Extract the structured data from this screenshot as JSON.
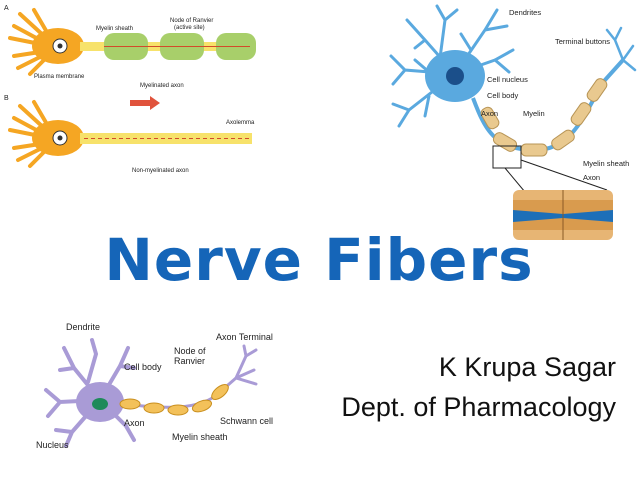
{
  "slide": {
    "title": "Nerve Fibers",
    "author": "K Krupa Sagar",
    "department": "Dept. of Pharmacology"
  },
  "figure_a": {
    "panel_a_letter": "A",
    "panel_b_letter": "B",
    "myelin_sheath": "Myelin sheath",
    "node_of_ranvier": "Node of Ranvier",
    "active_site": "(active site)",
    "plasma_membrane": "Plasma membrane",
    "myelinated_axon": "Myelinated axon",
    "axolemma": "Axolemma",
    "non_myelinated_axon": "Non-myelinated axon"
  },
  "figure_b": {
    "dendrites": "Dendrites",
    "terminal_buttons": "Terminal buttons",
    "cell_nucleus": "Cell nucleus",
    "cell_body": "Cell body",
    "axon": "Axon",
    "myelin": "Myelin",
    "myelin_sheath": "Myelin sheath",
    "axon_zoom": "Axon"
  },
  "figure_c": {
    "dendrite": "Dendrite",
    "axon_terminal": "Axon Terminal",
    "node_of": "Node of",
    "ranvier": "Ranvier",
    "cell_body": "Cell body",
    "schwann_cell": "Schwann cell",
    "axon": "Axon",
    "myelin_sheath": "Myelin sheath",
    "nucleus": "Nucleus"
  },
  "colors": {
    "title": "#1565b8",
    "neuron_orange": "#f5a623",
    "axon_yellow": "#f7e26b",
    "myelin_green": "#a8cf6a",
    "neuron_blue": "#5aa9df",
    "myelin_tan": "#e9c98f",
    "neuron_purple": "#a99bd6",
    "myelin_orange": "#f3c15a"
  }
}
